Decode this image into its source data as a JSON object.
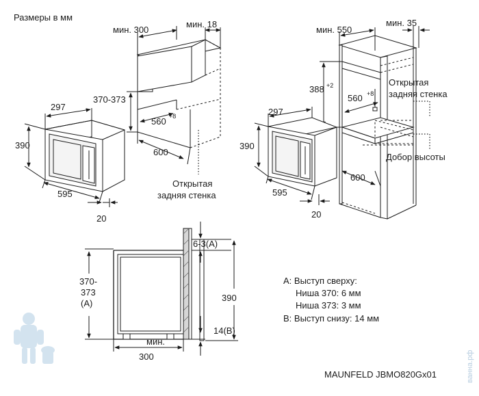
{
  "header": {
    "title": "Размеры в мм"
  },
  "footer": {
    "model": "MAUNFELD JBMO820Gx01"
  },
  "watermark": {
    "text": "ванна.рф",
    "icon": "plumber-mascot-icon"
  },
  "diagram_left": {
    "depth_min": "мин. 300",
    "back_gap_min": "мин. 18",
    "niche_height": "370-373",
    "niche_depth": "560",
    "niche_depth_tol": "+8",
    "niche_width": "600",
    "oven_depth": "297",
    "oven_height": "390",
    "oven_width": "595",
    "front_overhang": "20",
    "open_back_line1": "Открытая",
    "open_back_line2": "задняя стенка"
  },
  "diagram_right": {
    "depth_min": "мин. 550",
    "back_gap_min": "мин. 35",
    "niche_height": "388",
    "niche_height_tol": "+2",
    "niche_depth": "560",
    "niche_depth_tol": "+8",
    "cabinet_width": "600",
    "oven_depth": "297",
    "oven_height": "390",
    "oven_width": "595",
    "front_overhang": "20",
    "open_back_line1": "Открытая",
    "open_back_line2": "задняя стенка",
    "height_filler": "Добор высоты"
  },
  "side_section": {
    "top_gap": "6-3",
    "top_ref": "(A)",
    "height_line1": "370-",
    "height_line2": "373",
    "height_line3": "(A)",
    "total_height": "390",
    "bottom_gap": "14",
    "bottom_ref": "(B)",
    "depth_line1": "мин.",
    "depth_line2": "300"
  },
  "legend": {
    "a_key": "A",
    "a_text": ": Выступ сверху:",
    "a_niche370": "Ниша 370: 6 мм",
    "a_niche373": "Ниша 373: 3 мм",
    "b_key": "B",
    "b_text": ": Выступ снизу: 14 мм"
  }
}
